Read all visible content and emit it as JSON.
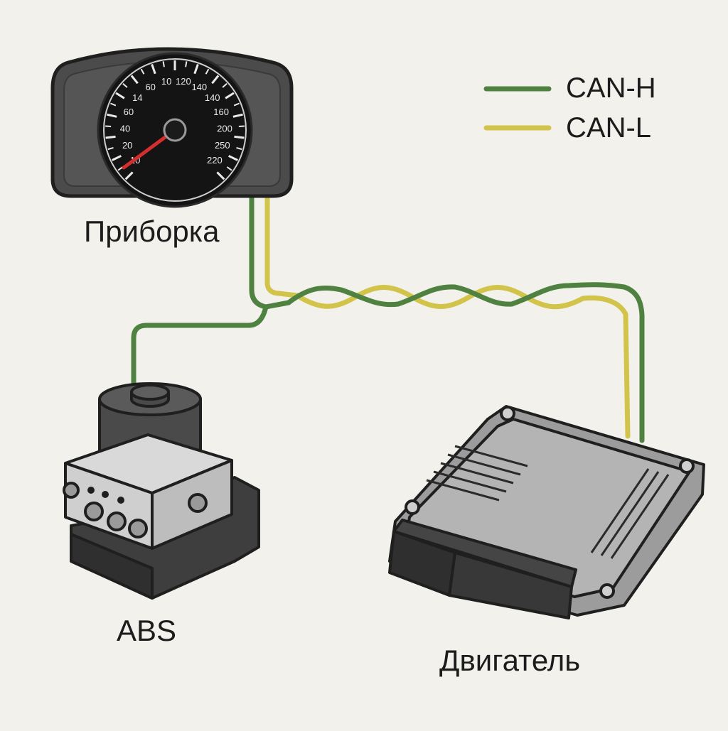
{
  "colors": {
    "can_h": "#4f8240",
    "can_l": "#d2c44a",
    "background": "#f3f1ec",
    "needle": "#d62e2e"
  },
  "legend": {
    "can_h": "CAN-H",
    "can_l": "CAN-L"
  },
  "nodes": {
    "cluster": "Приборка",
    "abs": "ABS",
    "engine": "Двигатель"
  },
  "speedometer": {
    "ticks": [
      "10",
      "20",
      "40",
      "60",
      "14",
      "60",
      "10",
      "120",
      "140",
      "140",
      "160",
      "200",
      "250",
      "220"
    ]
  }
}
